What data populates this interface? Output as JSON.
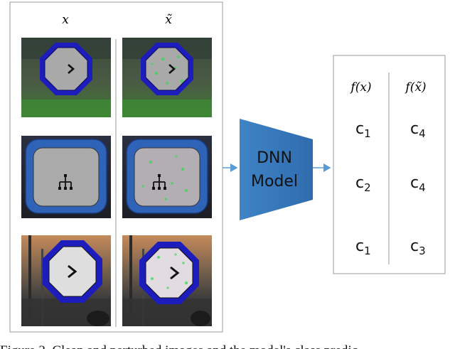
{
  "figure": {
    "caption": "Figure 2. Clean and perturbed images and the model's class predic",
    "clean_column_label": "x",
    "perturbed_column_label": "x̃",
    "model_label_line1": "DNN",
    "model_label_line2": "Model",
    "output_header_clean": "f(x)",
    "output_header_perturbed": "f(x̃)",
    "outputs": [
      {
        "clean": "c1",
        "perturbed": "c4"
      },
      {
        "clean": "c2",
        "perturbed": "c4"
      },
      {
        "clean": "c1",
        "perturbed": "c3"
      }
    ],
    "colors": {
      "model_blue": "#4a8ccb",
      "sign_blue": "#1d1dbd",
      "sign_rounded_blue": "#2e63b8",
      "sign_gray": "#a9a9a9",
      "sign_light": "#dcdcdc",
      "perturbation_green": "#2fdc4a"
    }
  }
}
